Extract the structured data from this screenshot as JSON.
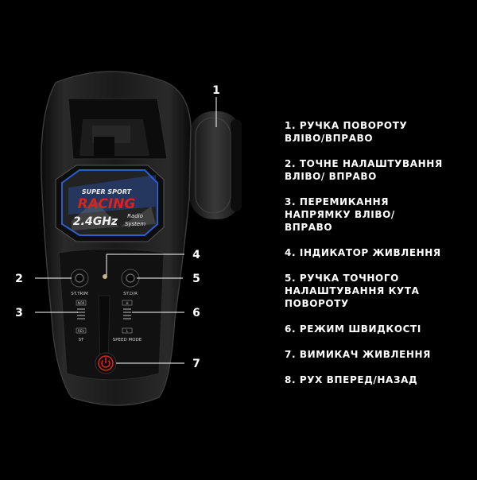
{
  "callouts": [
    "1",
    "2",
    "3",
    "4",
    "5",
    "6",
    "7"
  ],
  "legend": [
    "1. РУЧКА ПОВОРОТУ ВЛІВО/ВПРАВО",
    "2. ТОЧНЕ НАЛАШТУВАННЯ ВЛІВО/ ВПРАВО",
    "3. ПЕРЕМИКАННЯ НАПРЯМКУ ВЛІВО/ ВПРАВО",
    "4. ІНДИКАТОР ЖИВЛЕННЯ",
    "5. РУЧКА ТОЧНОГО НАЛАШТУВАННЯ КУТА ПОВОРОТУ",
    "6. РЕЖИМ ШВИДКОСТІ",
    "7. ВИМИКАЧ ЖИВЛЕННЯ",
    "8. РУХ ВПЕРЕД/НАЗАД"
  ],
  "device": {
    "brand_top": "SUPER SPORT",
    "brand_main": "RACING",
    "freq": "2.4GHz",
    "radio": "Radio",
    "system": "System",
    "st_trim": "ST.TRIM",
    "st_dr": "ST.D/R",
    "nor": "NOR",
    "rev": "REV",
    "st": "ST",
    "h": "H",
    "l": "L",
    "speed_mode": "SPEED MODE"
  },
  "colors": {
    "background": "#000000",
    "body": "#141414",
    "accent_red": "#e0201a",
    "accent_blue": "#2a5fd0"
  }
}
